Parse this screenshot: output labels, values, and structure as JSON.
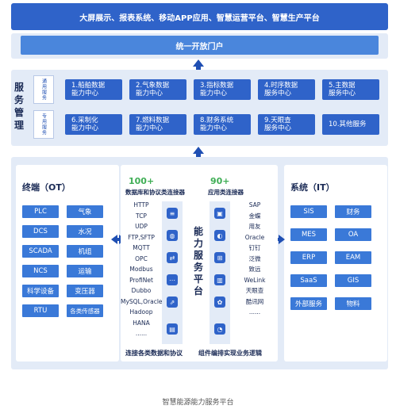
{
  "top_bar": {
    "label": "大屏展示、报表系统、移动APP应用、智慧运营平台、智慧生产平台"
  },
  "portal": {
    "label": "统一开放门户"
  },
  "service": {
    "title_chars": [
      "服",
      "务",
      "管",
      "理"
    ],
    "rows": [
      {
        "label": "通用服务",
        "items": [
          [
            "1.船舶数据",
            "能力中心"
          ],
          [
            "2.气象数据",
            "能力中心"
          ],
          [
            "3.指标数据",
            "能力中心"
          ],
          [
            "4.时序数据",
            "服务中心"
          ],
          [
            "5.主数据",
            "服务中心"
          ]
        ]
      },
      {
        "label": "专用服务",
        "items": [
          [
            "6.采制化",
            "能力中心"
          ],
          [
            "7.燃料数据",
            "能力中心"
          ],
          [
            "8.财务系统",
            "能力中心"
          ],
          [
            "9.天眼查",
            "服务中心"
          ],
          [
            "10.其他服务",
            ""
          ]
        ]
      }
    ]
  },
  "ot": {
    "title": "终端（OT）",
    "chips": [
      [
        "PLC",
        "气象"
      ],
      [
        "DCS",
        "水况"
      ],
      [
        "SCADA",
        "机组"
      ],
      [
        "NCS",
        "运输"
      ],
      [
        "科学设备",
        "变压器"
      ],
      [
        "RTU",
        "各类传感器"
      ]
    ]
  },
  "it": {
    "title": "系统（IT）",
    "chips": [
      [
        "SIS",
        "财务"
      ],
      [
        "MES",
        "OA"
      ],
      [
        "ERP",
        "EAM"
      ],
      [
        "SaaS",
        "GIS"
      ],
      [
        "外部服务",
        "物料"
      ]
    ]
  },
  "middle": {
    "left_count": "100+",
    "left_title": "数据库和协议类连接器",
    "left_items": [
      "HTTP",
      "TCP",
      "UDP",
      "FTP,SFTP",
      "MQTT",
      "OPC",
      "Modbus",
      "ProfiNet",
      "Dubbo",
      "MySQL,Oracle",
      "Hadoop",
      "HANA",
      "......"
    ],
    "right_count": "90+",
    "right_title": "应用类连接器",
    "right_items": [
      "SAP",
      "金蝶",
      "用友",
      "Oracle",
      "钉钉",
      "泛微",
      "致远",
      "WeLink",
      "天眼查",
      "酷讯网",
      "......"
    ],
    "core_chars": [
      "能",
      "力",
      "服",
      "务",
      "平",
      "台"
    ],
    "left_icons": [
      "≡",
      "◍",
      "⇄",
      "⋯",
      "⇗",
      "▤"
    ],
    "right_icons": [
      "▣",
      "◐",
      "⊞",
      "▥",
      "✿",
      "◔"
    ],
    "bottom_left": "连接各类数据和协议",
    "bottom_right": "组件编排实现业务逻辑"
  },
  "caption": "智慧能源能力服务平台"
}
